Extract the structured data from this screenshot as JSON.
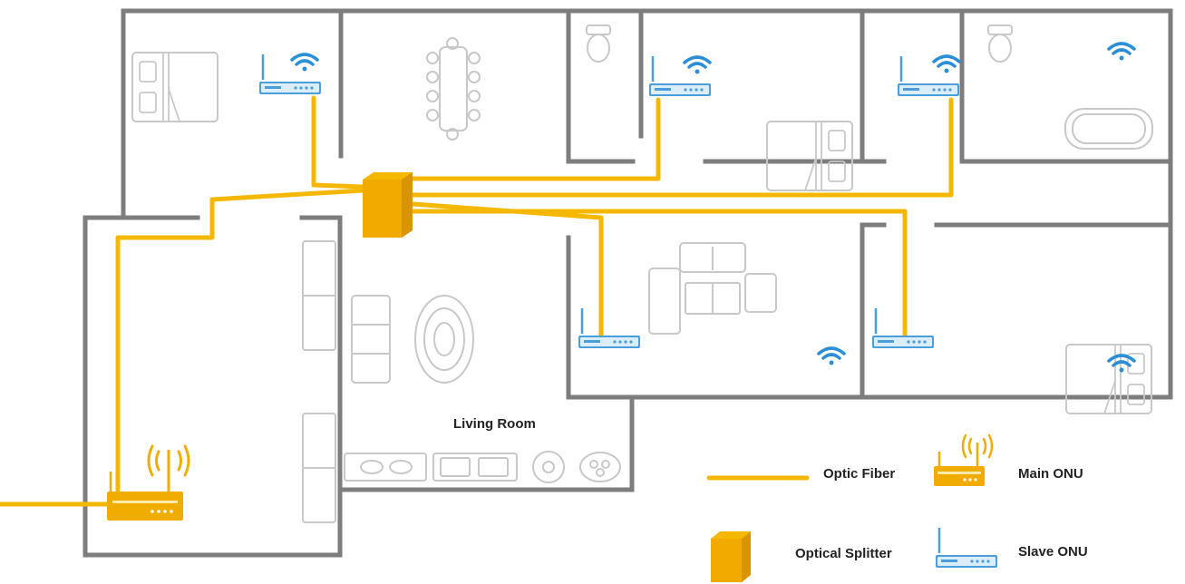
{
  "diagram": {
    "room_labels": {
      "living_room": "Living Room"
    },
    "legend": {
      "optic_fiber": "Optic Fiber",
      "main_onu": "Main ONU",
      "optical_splitter": "Optical Splitter",
      "slave_onu": "Slave ONU"
    },
    "colors": {
      "fiber": "#f5b800",
      "main_onu": "#f0ad00",
      "slave_onu": "#4a9fd8",
      "wifi": "#2a8fd6",
      "walls": "#7d7d7d",
      "furniture": "#c8c8c8"
    }
  }
}
